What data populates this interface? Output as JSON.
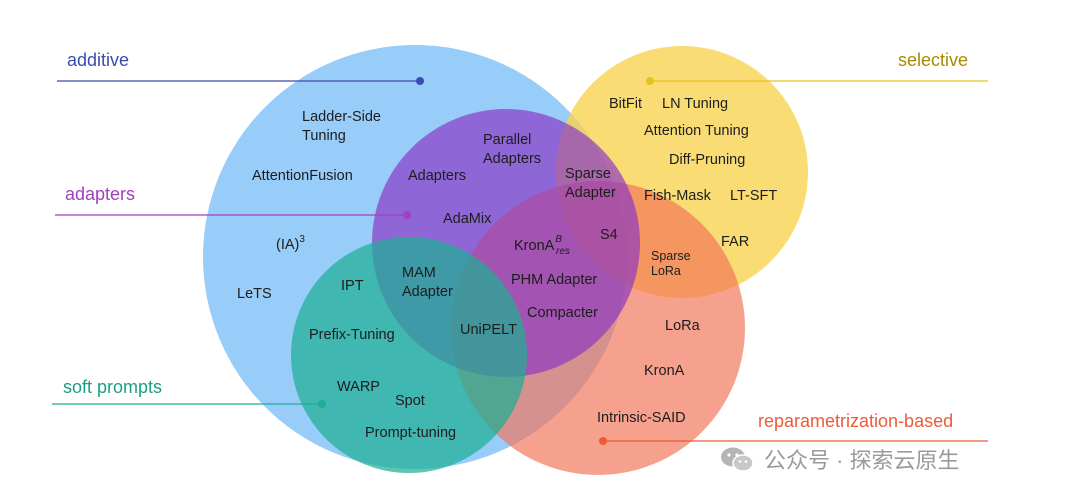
{
  "colors": {
    "additive": "#3aa0f5",
    "selective": "#f9d24e",
    "adapters": "#8a35c4",
    "soft_prompts": "#1fae93",
    "reparametrization": "#f27558"
  },
  "categories": {
    "additive": "additive",
    "selective": "selective",
    "adapters": "adapters",
    "soft_prompts": "soft prompts",
    "reparametrization": "reparametrization-based"
  },
  "methods": {
    "ladder_side": "Ladder-Side\nTuning",
    "attention_fusion": "AttentionFusion",
    "ia3_base": "(IA)",
    "ia3_sup": "3",
    "lets": "LeTS",
    "parallel_adapters": "Parallel\nAdapters",
    "adapters": "Adapters",
    "adamix": "AdaMix",
    "sparse_adapter": "Sparse\nAdapter",
    "s4": "S4",
    "krona_res_base": "KronA",
    "krona_res_sup": "B",
    "krona_res_sub": "res",
    "phm_adapter": "PHM Adapter",
    "compacter": "Compacter",
    "mam_adapter": "MAM\nAdapter",
    "unipelt": "UniPELT",
    "ipt": "IPT",
    "prefix_tuning": "Prefix-Tuning",
    "warp": "WARP",
    "spot": "Spot",
    "prompt_tuning": "Prompt-tuning",
    "bitfit": "BitFit",
    "ln_tuning": "LN Tuning",
    "attention_tuning": "Attention Tuning",
    "diff_pruning": "Diff-Pruning",
    "fish_mask": "Fish-Mask",
    "lt_sft": "LT-SFT",
    "far": "FAR",
    "sparse_lora": "Sparse\nLoRa",
    "lora": "LoRa",
    "krona": "KronA",
    "intrinsic_said": "Intrinsic-SAID"
  },
  "watermark": {
    "text": "公众号 · 探索云原生",
    "icon": "wechat-icon"
  }
}
